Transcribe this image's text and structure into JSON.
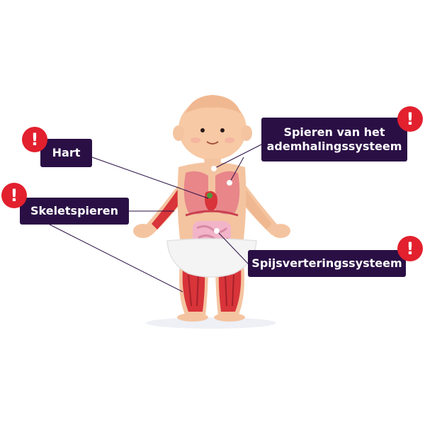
{
  "labels": {
    "hart": "Hart",
    "skeletspieren": "Skeletspieren",
    "ademhaling_line1": "Spieren van het",
    "ademhaling_line2": "ademhalingssysteem",
    "spijsvertering": "Spijsverteringssysteem"
  },
  "icons": {
    "alert": "!"
  },
  "colors": {
    "label_bg": "#2a0f45",
    "alert_red": "#e2202e",
    "skin": "#f7c9a4",
    "muscle_red": "#d8343a",
    "diaper": "#f4f4f4"
  }
}
